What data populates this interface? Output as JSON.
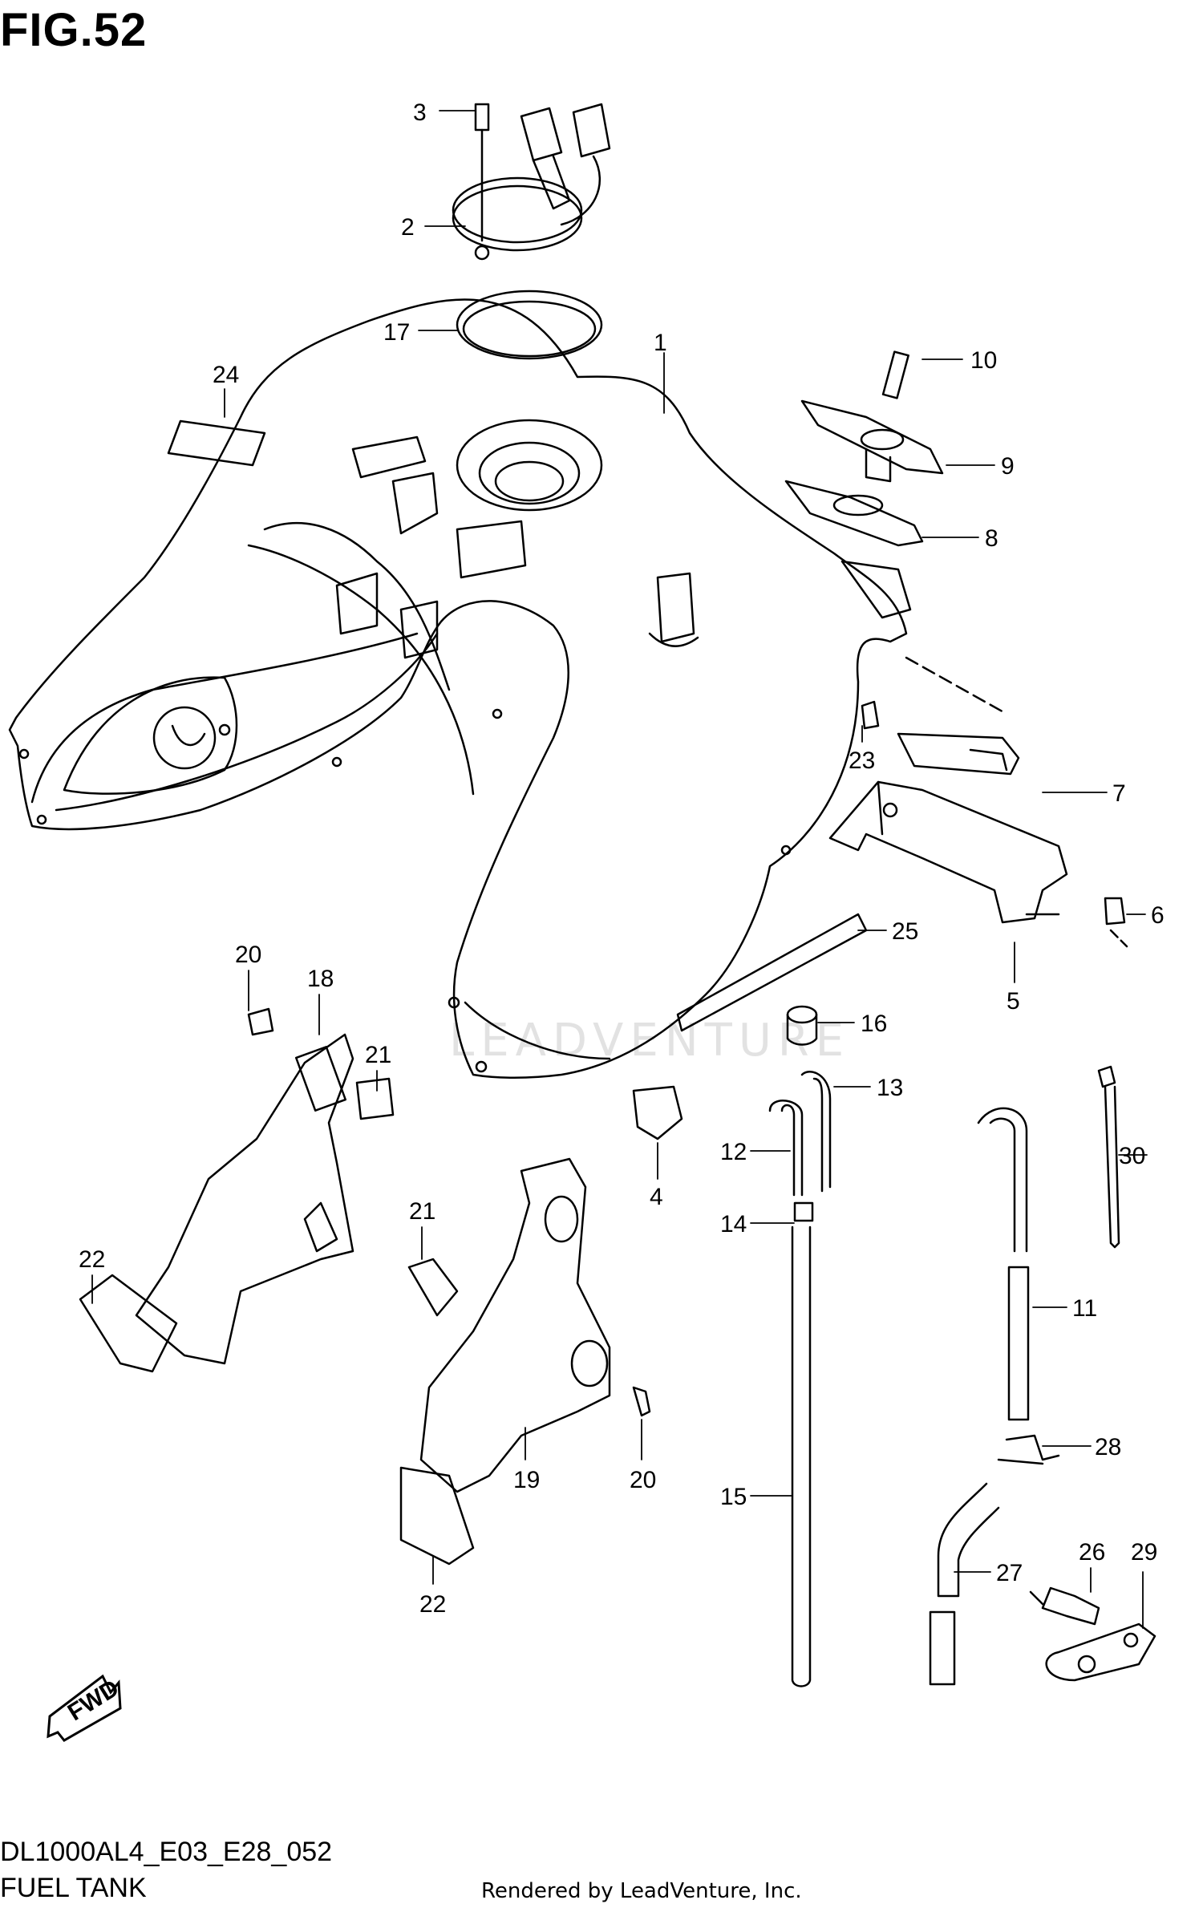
{
  "figure": {
    "title": "FIG.52",
    "code": "DL1000AL4_E03_E28_052",
    "caption": "FUEL TANK"
  },
  "footer": {
    "rendered_by": "Rendered by LeadVenture, Inc."
  },
  "watermark": {
    "text": "LEADVENTURE"
  },
  "badge": {
    "text": "FWD"
  },
  "callouts": [
    "1",
    "2",
    "3",
    "4",
    "5",
    "6",
    "7",
    "8",
    "9",
    "10",
    "11",
    "12",
    "13",
    "14",
    "15",
    "16",
    "17",
    "18",
    "19",
    "20",
    "20",
    "21",
    "21",
    "22",
    "22",
    "23",
    "24",
    "25",
    "26",
    "27",
    "28",
    "29",
    "30"
  ]
}
